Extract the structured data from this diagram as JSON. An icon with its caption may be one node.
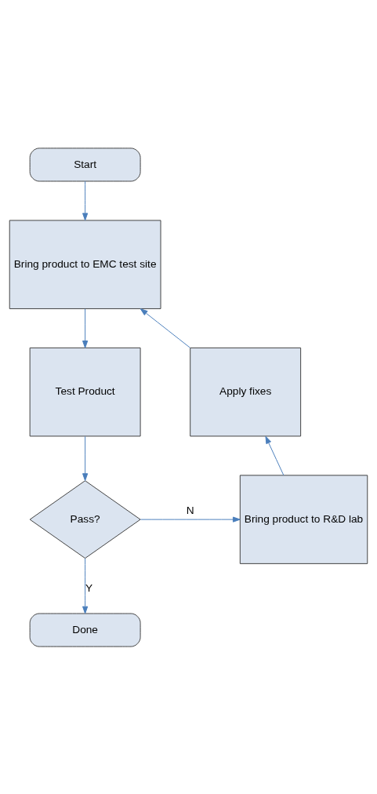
{
  "diagram": {
    "nodes": [
      {
        "text": [
          "Start"
        ]
      },
      {
        "text": [
          "Bring product to EMC test site"
        ]
      },
      {
        "text": [
          "Test Product"
        ]
      },
      {
        "text": [
          "Pass?"
        ]
      },
      {
        "text": [
          "Bring product to R&D lab"
        ]
      },
      {
        "text": [
          "Apply fixes"
        ]
      },
      {
        "text": [
          "Done"
        ]
      }
    ],
    "edges": [
      {
        "from": 0,
        "to": 1,
        "arrow": "to"
      },
      {
        "from": 1,
        "to": 2,
        "arrow": "to"
      },
      {
        "from": 2,
        "to": 3,
        "arrow": "to"
      },
      {
        "from": 3,
        "to": 4,
        "arrow": "to",
        "label": "N"
      },
      {
        "from": 4,
        "to": 5,
        "arrow": "to"
      },
      {
        "from": 5,
        "to": 1,
        "arrow": "to"
      },
      {
        "from": 3,
        "to": 6,
        "arrow": "to",
        "label": "Y"
      }
    ]
  }
}
